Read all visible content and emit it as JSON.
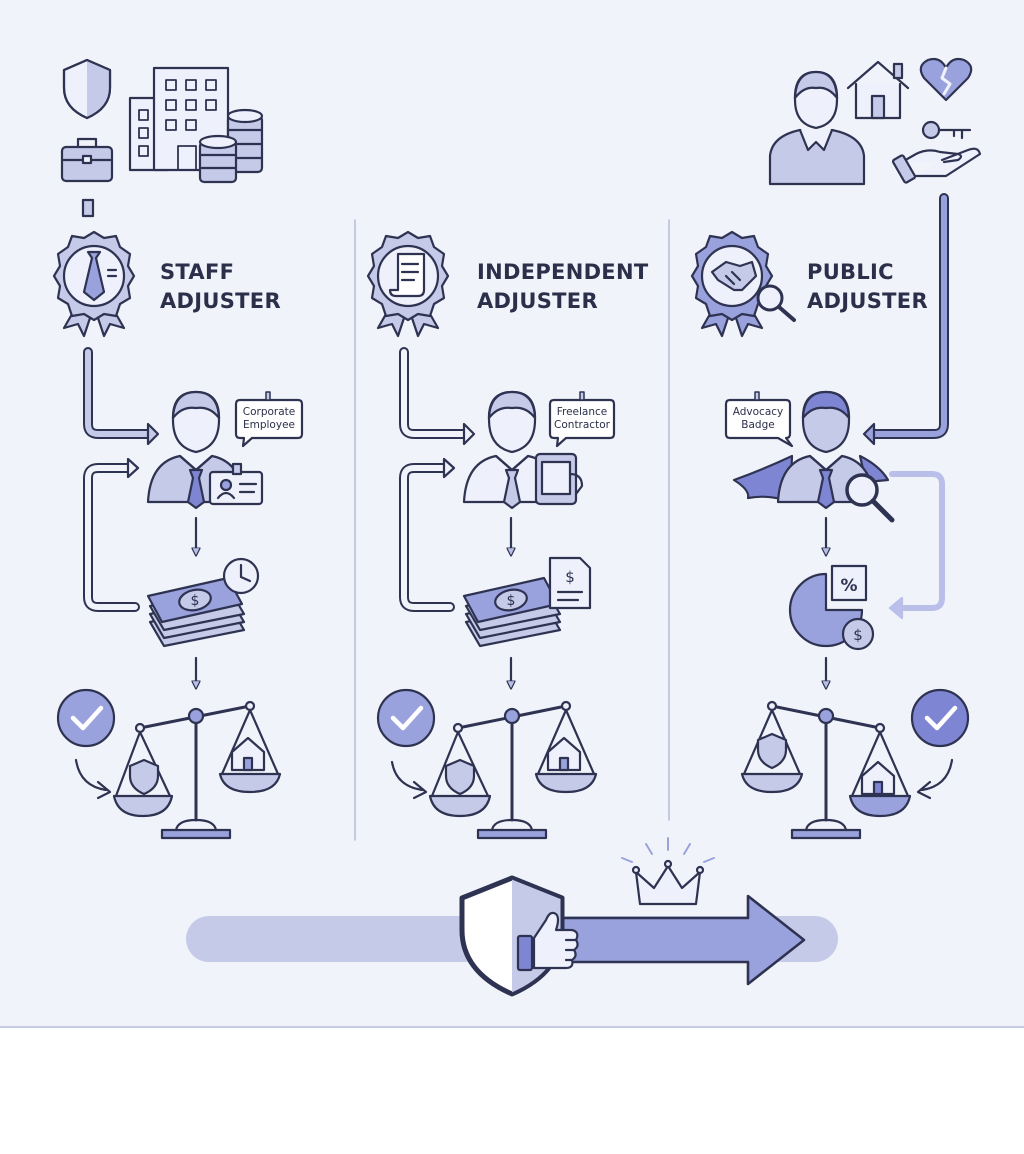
{
  "columns": [
    {
      "title_line1": "STAFF",
      "title_line2": "ADJUSTER",
      "bubble_line1": "Corporate",
      "bubble_line2": "Employee"
    },
    {
      "title_line1": "INDEPENDENT",
      "title_line2": "ADJUSTER",
      "bubble_line1": "Freelance",
      "bubble_line2": "Contractor"
    },
    {
      "title_line1": "PUBLIC",
      "title_line2": "ADJUSTER",
      "bubble_line1": "Advocacy",
      "bubble_line2": "Badge"
    }
  ],
  "icons": {
    "percent": "%",
    "dollar": "$"
  },
  "colors": {
    "background": "#f1f3fa",
    "outline": "#2f3352",
    "fill_light": "#c5cae9",
    "fill_mid": "#9aa2de",
    "fill_dark": "#7e86d4"
  }
}
